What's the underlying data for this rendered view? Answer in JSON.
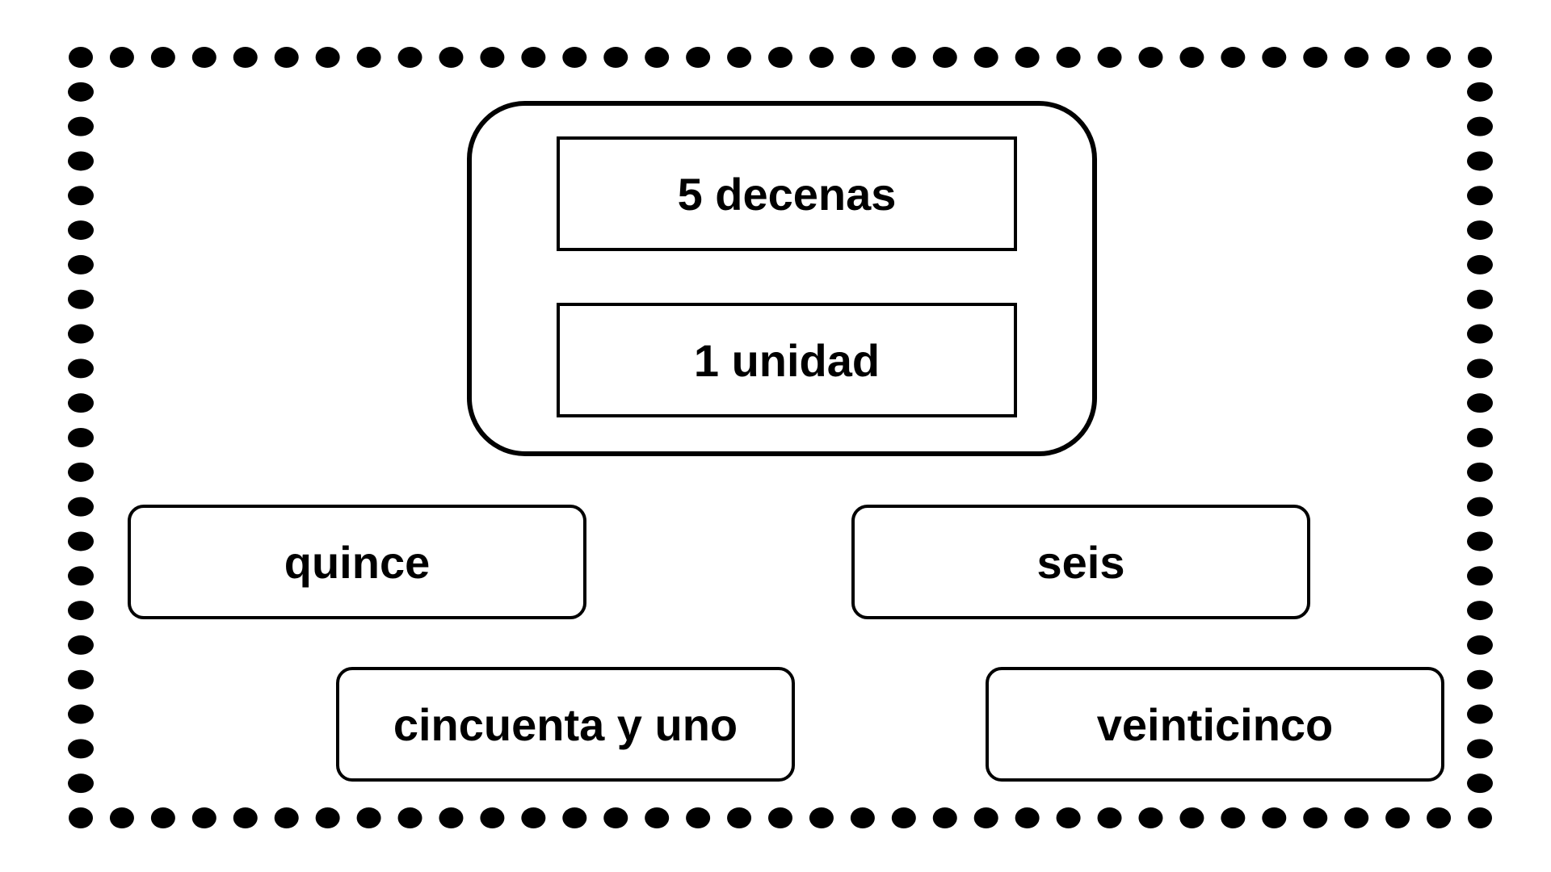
{
  "clues": {
    "tens": "5 decenas",
    "units": "1 unidad"
  },
  "options": [
    {
      "label": "quince"
    },
    {
      "label": "seis"
    },
    {
      "label": "cincuenta y uno"
    },
    {
      "label": "veinticinco"
    }
  ]
}
